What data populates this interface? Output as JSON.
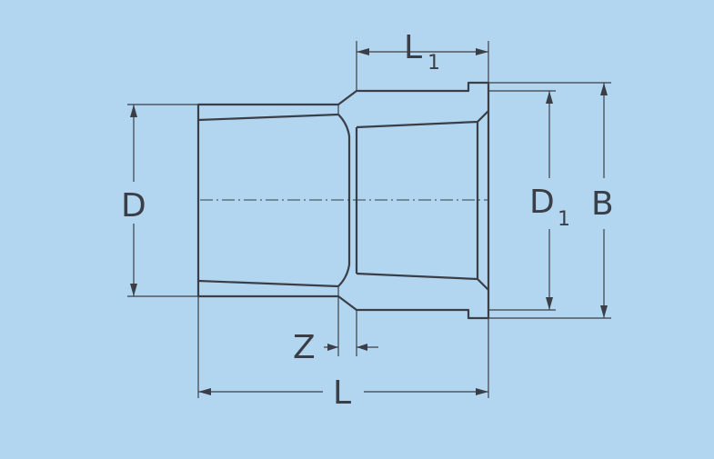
{
  "labels": {
    "L1": {
      "main": "L",
      "sub": "1"
    },
    "D": "D",
    "D1": {
      "main": "D",
      "sub": "1"
    },
    "B": "B",
    "Z": "Z",
    "L": "L"
  },
  "colors": {
    "background": "#b3d6f0",
    "line": "#3a3f47"
  }
}
